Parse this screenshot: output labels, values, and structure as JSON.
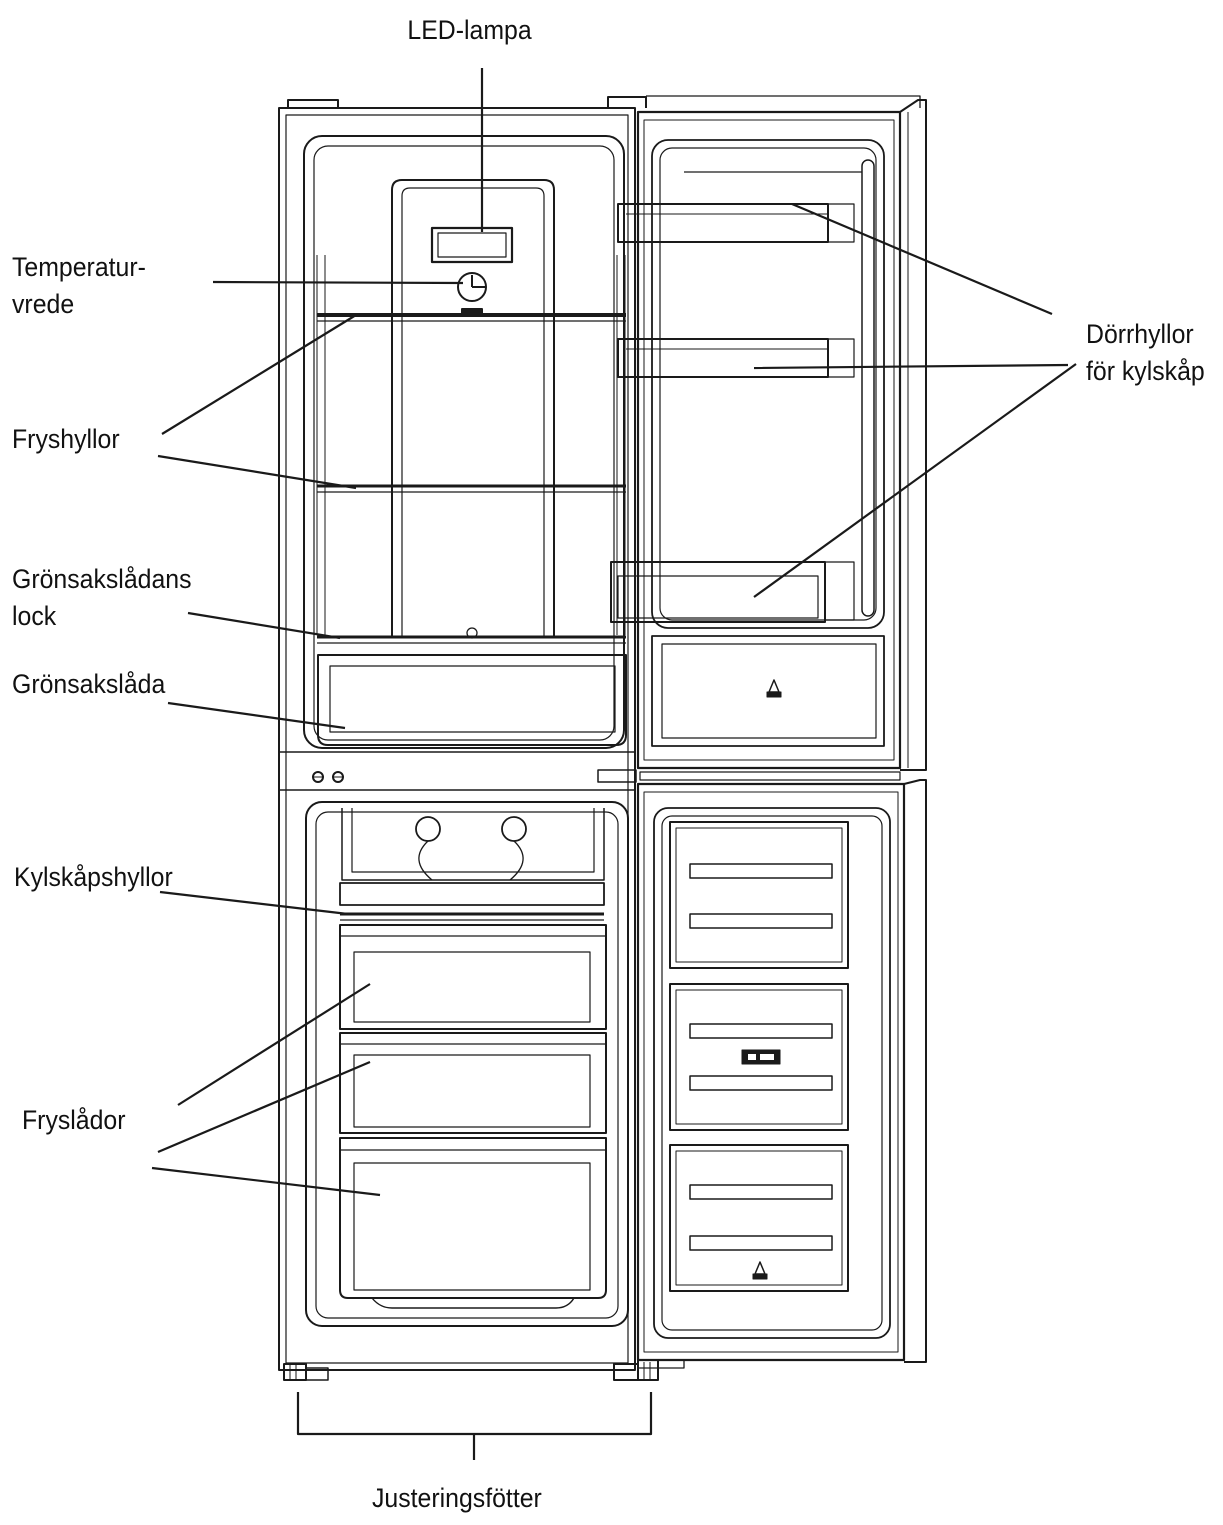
{
  "colors": {
    "line": "#1a1a1a",
    "paper": "#ffffff"
  },
  "labels": {
    "led_lamp": "LED-lampa",
    "thermostat": [
      "Temperatur-",
      "vrede"
    ],
    "freezer_shelves": "Fryshyllor",
    "crisper_lid": [
      "Grönsakslådans",
      "lock"
    ],
    "crisper": "Grönsakslåda",
    "fridge_shelves": "Kylskåpshyllor",
    "freezer_drawers": "Fryslådor",
    "door_shelves": [
      "Dörrhyllor",
      "för kylskåp"
    ],
    "feet": "Justeringsfötter"
  }
}
